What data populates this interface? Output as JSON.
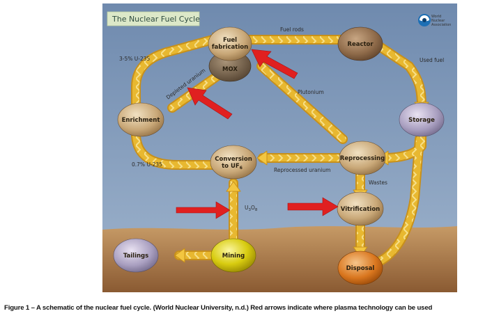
{
  "diagram": {
    "title": "The Nuclear Fuel Cycle",
    "logo": {
      "line1": "World",
      "line2": "Nuclear",
      "line3": "Association"
    },
    "nodes": {
      "fuel_fabrication_line1": "Fuel",
      "fuel_fabrication_line2": "fabrication",
      "mox": "MOX",
      "reactor": "Reactor",
      "enrichment": "Enrichment",
      "storage": "Storage",
      "conversion_line1": "Conversion",
      "conversion_line2": "to UF",
      "conversion_sub": "6",
      "reprocessing": "Reprocessing",
      "vitrification": "Vitrification",
      "tailings": "Tailings",
      "mining": "Mining",
      "disposal": "Disposal"
    },
    "edge_labels": {
      "fuel_rods": "Fuel rods",
      "used_fuel": "Used fuel",
      "u235_high": "3-5% U-235",
      "depleted_uranium": "Depleted uranium",
      "plutonium": "Plutonium",
      "u235_low": "0.7% U-235",
      "reprocessed_uranium": "Reprocessed uranium",
      "wastes": "Wastes",
      "u3o8_main": "U",
      "u3o8_sub1": "3",
      "u3o8_o": "O",
      "u3o8_sub2": "8"
    },
    "colors": {
      "highlight_arrow": "#e02020",
      "flow": "#e8b830",
      "sky": "#7c96b8",
      "ground": "#b88a58"
    }
  },
  "caption": "Figure 1 – A schematic of the nuclear fuel cycle. (World Nuclear University, n.d.) Red arrows indicate where plasma technology can be used"
}
